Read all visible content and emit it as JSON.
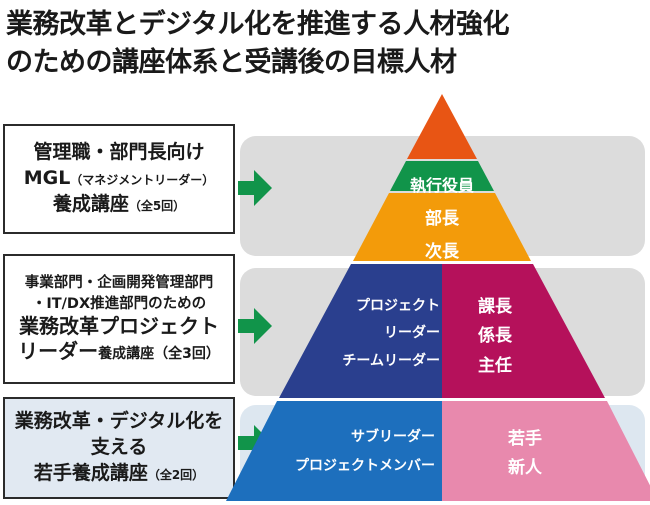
{
  "title": {
    "line1": "業務改革とデジタル化を推進する人材強化",
    "line2": "のための講座体系と受講後の目標人材"
  },
  "courses": [
    {
      "line1": "管理職・部門長向け",
      "line2_main": "MGL",
      "line2_sub": "（マネジメントリーダー）",
      "line3_main": "養成講座",
      "line3_sub": "（全5回）"
    },
    {
      "line1": "事業部門・企画開発管理部門",
      "line2": "・IT/DX推進部門のための",
      "line3": "業務改革プロジェクト",
      "line4_main": "リーダー",
      "line4_sub": "養成講座（全3回）"
    },
    {
      "line1": "業務改革・デジタル化を",
      "line2": "支える",
      "line3_main": "若手養成講座",
      "line3_sub": "（全2回）"
    }
  ],
  "pyramid": {
    "top_tiers": [
      "執行役員",
      "部長",
      "次長"
    ],
    "middle_left": [
      "プロジェクト",
      "リーダー",
      "チームリーダー"
    ],
    "middle_right": [
      "課長",
      "係長",
      "主任"
    ],
    "bottom_left": [
      "サブリーダー",
      "プロジェクトメンバー"
    ],
    "bottom_right": [
      "若手",
      "新人"
    ]
  },
  "colors": {
    "tier_red": "#e85514",
    "tier_green": "#11944a",
    "tier_orange": "#f39b0a",
    "middle_left": "#2a3f8e",
    "middle_right": "#b5115b",
    "bottom_left": "#1d6fbd",
    "bottom_right": "#e889ad",
    "arrow": "#11944a"
  }
}
